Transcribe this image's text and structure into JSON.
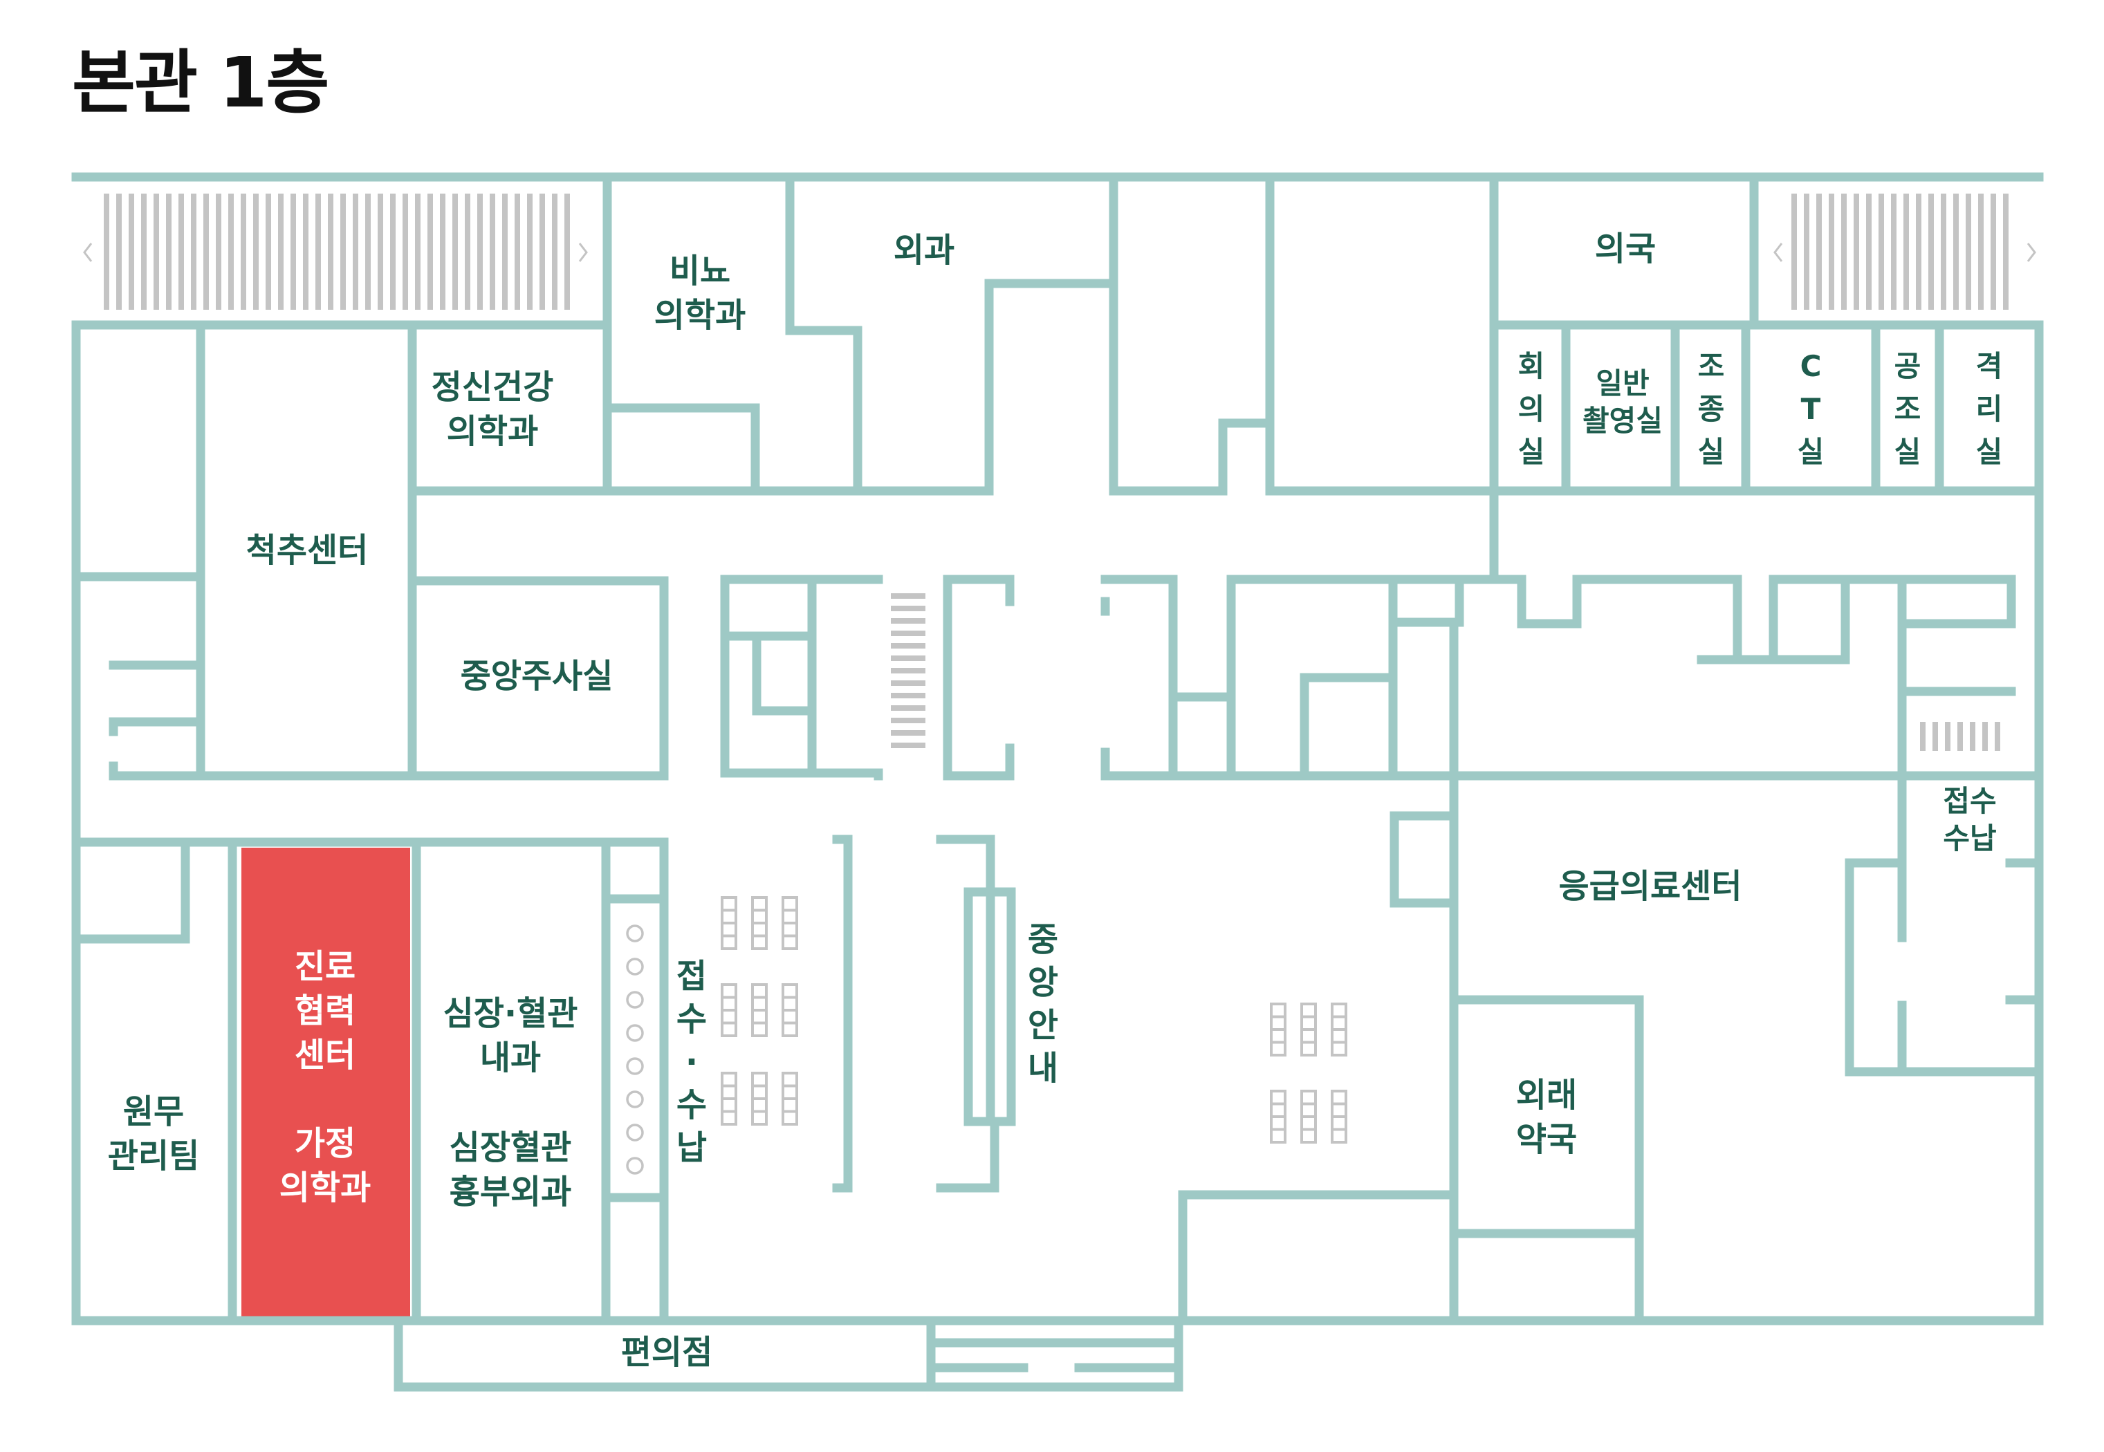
{
  "title": "본관 1층",
  "colors": {
    "wall": "#9ec9c5",
    "highlight": "#e85050",
    "label": "#1e5c4d",
    "stairs": "#c4c4c4"
  },
  "highlight_room": "진료협력센터",
  "icons": {
    "stairs": "stairs-icon",
    "chevrons": "chevron-icon",
    "seating": "bench-icon"
  },
  "rooms": {
    "urology": "비뇨\n의학과",
    "surgery": "외과",
    "pharmacy": "의국",
    "psychiatry": "정신건강\n의학과",
    "spine": "척추센터",
    "injection": "중앙주사실",
    "meeting": "회\n의\n실",
    "xray": "일반\n촬영실",
    "contrast": "조\n종\n실",
    "ct": "C\nT\n실",
    "airlock": "공\n조\n실",
    "isolation": "격\n리\n실",
    "reception_er": "접수\n수납",
    "emergency": "응급의료센터",
    "outpatient_pharmacy": "외래\n약국",
    "admin": "원무\n관리팀",
    "referral": "진료\n협력\n센터",
    "family_med": "가정\n의학과",
    "cardio": "심장·혈관\n내과",
    "cardio_surgery": "심장혈관\n흉부외과",
    "reception_main": "접\n수\n·\n수\n납",
    "info": "중\n앙\n안\n내",
    "store": "편의점"
  }
}
